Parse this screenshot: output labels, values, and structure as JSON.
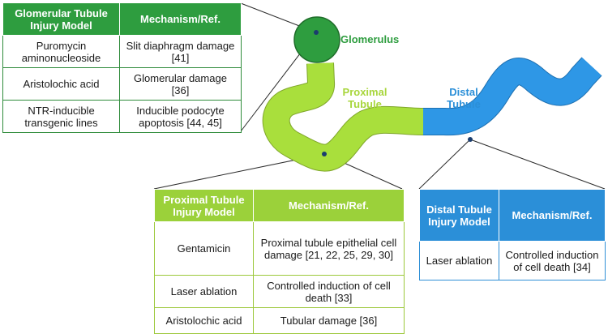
{
  "labels": {
    "glomerulus": "Glomerulus",
    "proximal": "Proximal Tubule",
    "distal": "Distal Tubule"
  },
  "colors": {
    "glomerulus": "#2e9d3f",
    "proximal": "#a8d63c",
    "distal": "#2b8fd8"
  },
  "glomerular_table": {
    "header": [
      "Glomerular Tubule Injury Model",
      "Mechanism/Ref."
    ],
    "rows": [
      [
        "Puromycin aminonucleoside",
        "Slit diaphragm damage [41]"
      ],
      [
        "Aristolochic acid",
        "Glomerular damage [36]"
      ],
      [
        "NTR-inducible transgenic lines",
        "Inducible podocyte apoptosis [44, 45]"
      ]
    ]
  },
  "proximal_table": {
    "header": [
      "Proximal Tubule Injury Model",
      "Mechanism/Ref."
    ],
    "rows": [
      [
        "Gentamicin",
        "Proximal tubule epithelial cell damage [21, 22, 25, 29, 30]"
      ],
      [
        "Laser ablation",
        "Controlled induction of cell death [33]"
      ],
      [
        "Aristolochic acid",
        "Tubular damage [36]"
      ]
    ]
  },
  "distal_table": {
    "header": [
      "Distal Tubule Injury Model",
      "Mechanism/Ref."
    ],
    "rows": [
      [
        "Laser ablation",
        "Controlled induction of cell death [34]"
      ]
    ]
  }
}
